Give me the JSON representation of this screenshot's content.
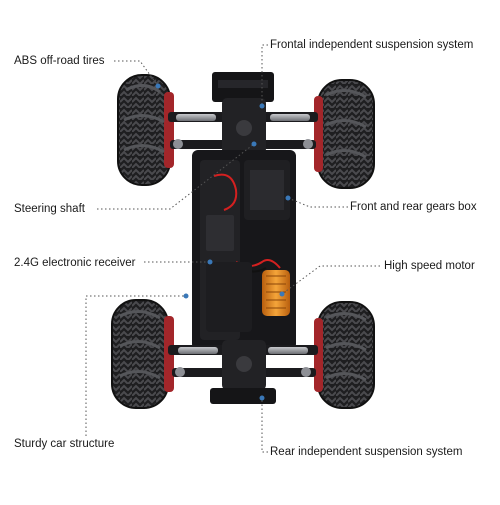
{
  "labels": {
    "abs_tires": "ABS off-road tires",
    "front_suspension": "Frontal independent suspension system",
    "steering_shaft": "Steering shaft",
    "gears_box": "Front and rear gears box",
    "receiver": "2.4G electronic receiver",
    "motor": "High speed motor",
    "car_structure": "Sturdy car structure",
    "rear_suspension": "Rear independent suspension system"
  },
  "colors": {
    "tire": "#202022",
    "tire_tread": "#3c3c40",
    "rim_red": "#a3262a",
    "chassis": "#17171a",
    "metal": "#8d8f95",
    "motor_orange": "#e8891c",
    "wire_red": "#d42020",
    "callout": "#555555",
    "dot": "#3a78b8"
  }
}
